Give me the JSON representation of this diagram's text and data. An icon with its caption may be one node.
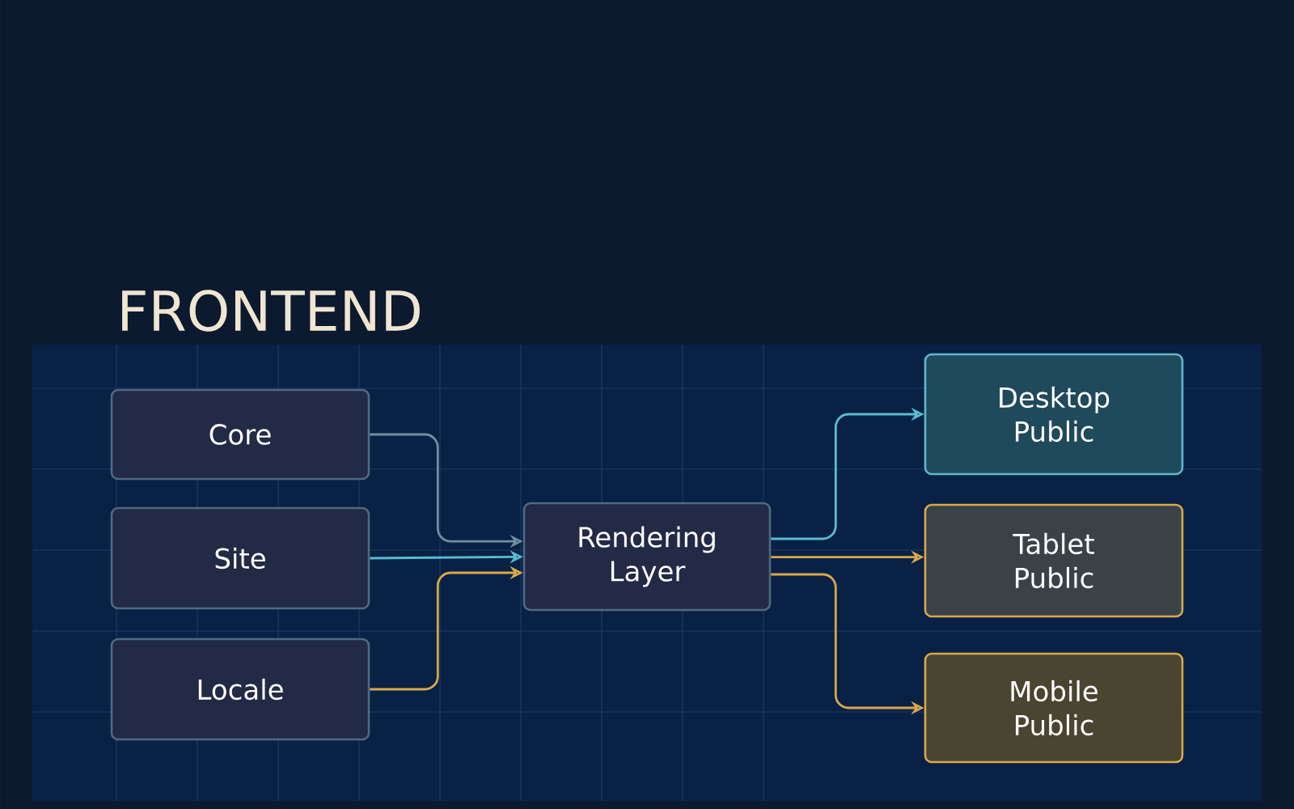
{
  "diagram": {
    "title": "FRONTEND",
    "nodes": [
      {
        "text": [
          "Core"
        ]
      },
      {
        "text": [
          "Site"
        ]
      },
      {
        "text": [
          "Locale"
        ]
      },
      {
        "text": [
          "Rendering Layer"
        ]
      },
      {
        "text": [
          "Desktop Public"
        ]
      },
      {
        "text": [
          "Tablet Public"
        ]
      },
      {
        "text": [
          "Mobile Public"
        ]
      }
    ],
    "edges": [
      {
        "from": 0,
        "to": 3,
        "arrow": "to",
        "color": "#6f8fa0"
      },
      {
        "from": 1,
        "to": 3,
        "arrow": "to",
        "color": "#5bbcd0"
      },
      {
        "from": 2,
        "to": 3,
        "arrow": "to",
        "color": "#d9a84a"
      },
      {
        "from": 3,
        "to": 4,
        "arrow": "to",
        "color": "#5bbcd0"
      },
      {
        "from": 3,
        "to": 5,
        "arrow": "to",
        "color": "#d9a84a"
      },
      {
        "from": 3,
        "to": 6,
        "arrow": "to",
        "color": "#d9a84a"
      }
    ]
  }
}
